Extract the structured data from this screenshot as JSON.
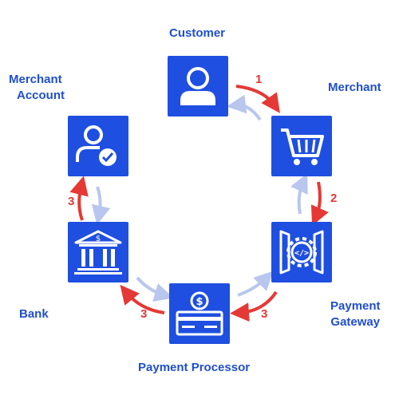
{
  "nodes": {
    "customer": {
      "label": "Customer"
    },
    "merchant": {
      "label": "Merchant"
    },
    "merchant_account": {
      "line1": "Merchant",
      "line2": "Account"
    },
    "bank": {
      "label": "Bank"
    },
    "payment_gateway": {
      "line1": "Payment",
      "line2": "Gateway"
    },
    "payment_processor": {
      "label": "Payment Processor"
    }
  },
  "steps": {
    "customer_to_merchant": "1",
    "merchant_to_gateway": "2",
    "gateway_to_processor": "3",
    "processor_to_bank": "3",
    "bank_to_merchant_account": "3"
  },
  "icons": {
    "customer": "user-icon",
    "merchant": "shopping-cart-icon",
    "merchant_account": "user-check-icon",
    "bank": "bank-icon",
    "payment_gateway": "gear-code-icon",
    "payment_processor": "payment-card-icon"
  },
  "colors": {
    "tile": "#1f4fe0",
    "label": "#1f4fcc",
    "forward_arrow": "#e53935",
    "return_arrow": "#b9c7ee"
  }
}
